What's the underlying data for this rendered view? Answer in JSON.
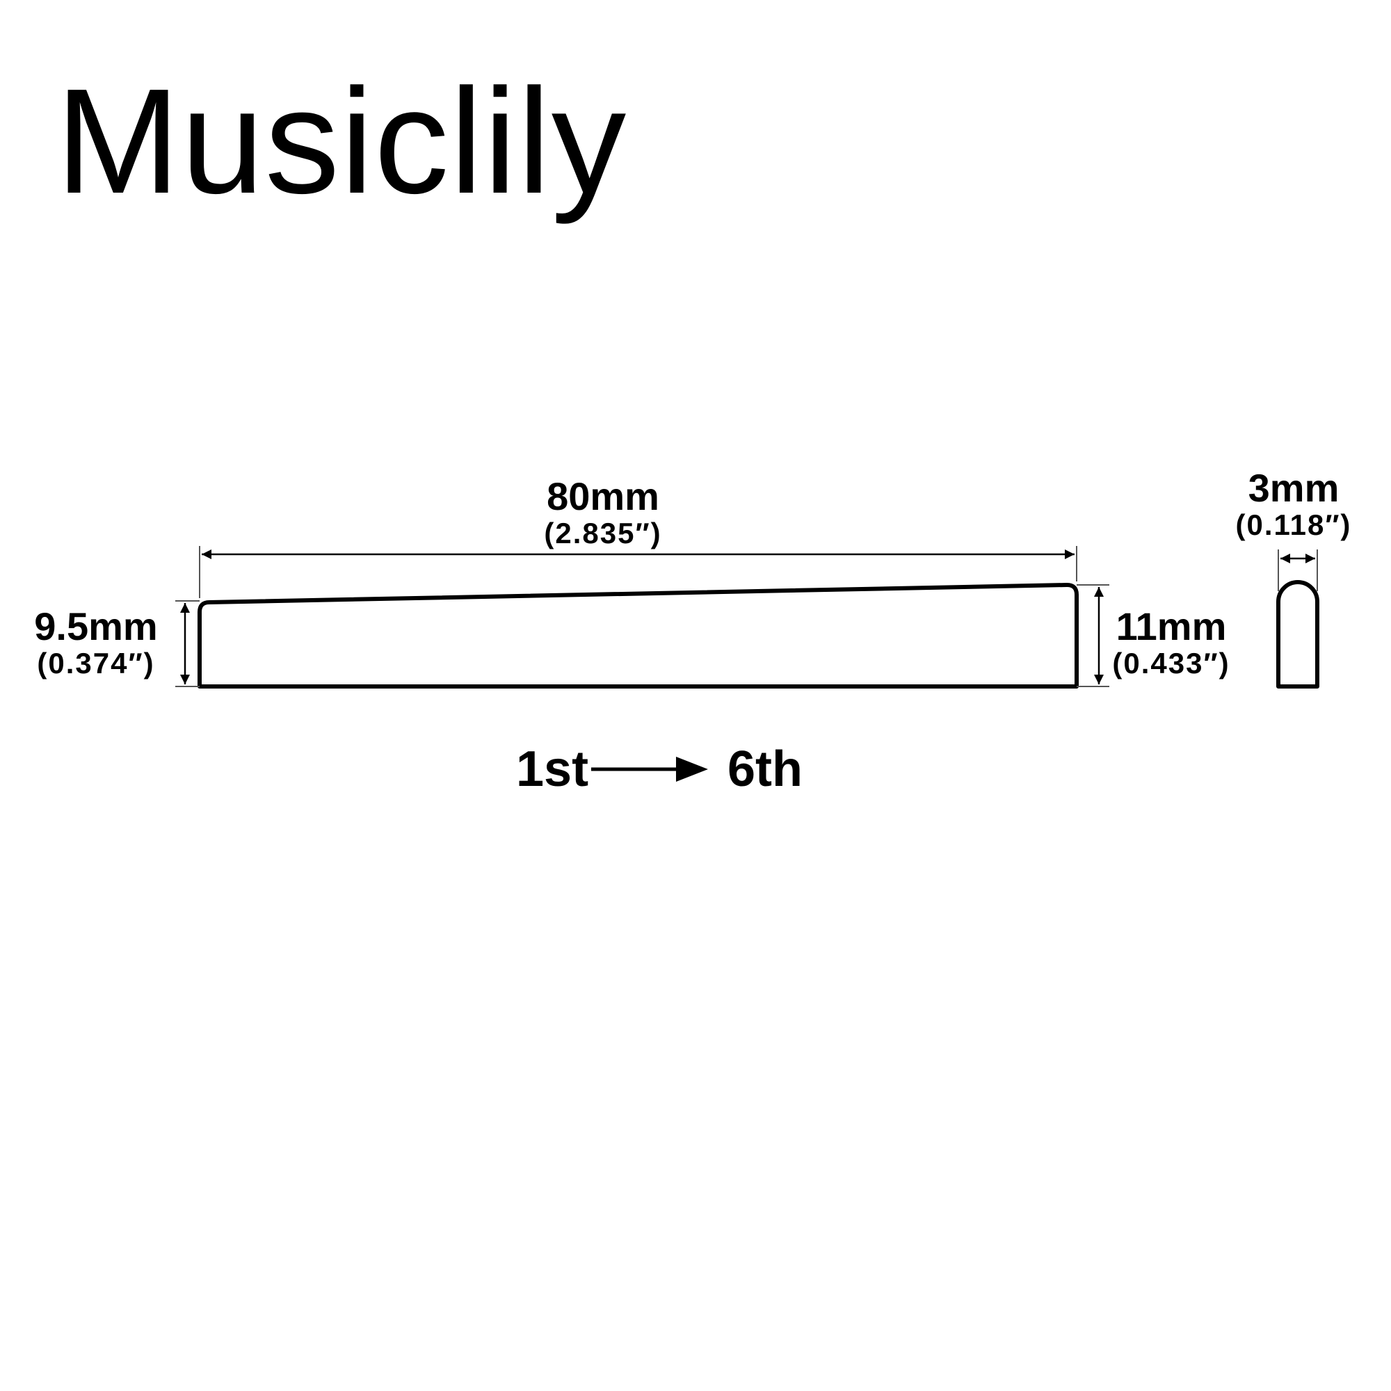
{
  "brand": "Musiclily",
  "dimensions": {
    "length": {
      "mm": "80mm",
      "inch": "(2.835″)"
    },
    "height_low": {
      "mm": "9.5mm",
      "inch": "(0.374″)"
    },
    "height_high": {
      "mm": "11mm",
      "inch": "(0.433″)"
    },
    "thickness": {
      "mm": "3mm",
      "inch": "(0.118″)"
    }
  },
  "string_order": {
    "from": "1st",
    "to": "6th"
  },
  "icons": {
    "direction": "right-arrow-icon"
  },
  "colors": {
    "line": "#000000",
    "dimension_line": "#555555",
    "background": "#ffffff"
  }
}
